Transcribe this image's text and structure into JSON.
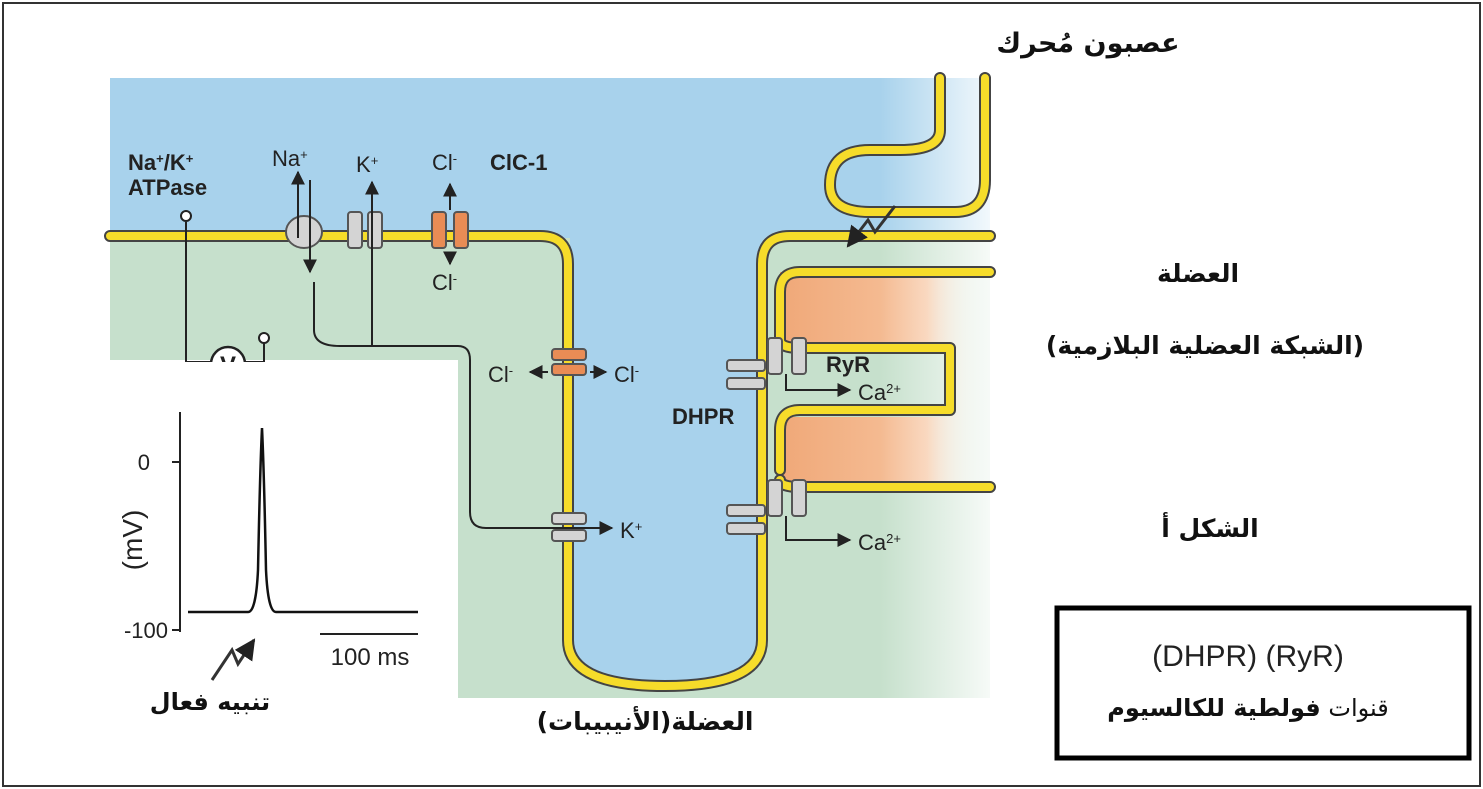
{
  "labels": {
    "motor_neuron": "عصبون مُحرك",
    "muscle": "العضلة",
    "sarcoplasmic_reticulum": "(الشبكة العضلية البلازمية)",
    "figure": "الشكل أ",
    "t_tubules": "العضلة(الأنيبيبات)",
    "effective_stimulus": "تنبيه فعال",
    "na_k": "Na",
    "slash_k": "/K",
    "atpase": "ATPase",
    "na": "Na",
    "k": "K",
    "cl": "Cl",
    "clc1": "ClC-1",
    "ryr": "RyR",
    "dhpr": "DHPR",
    "ca": "Ca",
    "ca_charge": "2+",
    "plus": "+",
    "minus": "-",
    "voltmeter": "V"
  },
  "inset": {
    "ylabel": "(mV)",
    "tick_top": "0",
    "tick_bottom": "-100",
    "scale_bar": "100 ms"
  },
  "legend_box": {
    "line1": "(DHPR) (RyR)",
    "line2_prefix": "قنوات ",
    "line2_bold": "فولطية للكالسيوم"
  },
  "colors": {
    "extracellular": "#a8d2ec",
    "cytoplasm": "#c6e0cc",
    "membrane": "#f6dc2a",
    "reticulum": "#f0a878",
    "channel_orange": "#e98c55",
    "channel_gray": "#d4d4d4"
  }
}
